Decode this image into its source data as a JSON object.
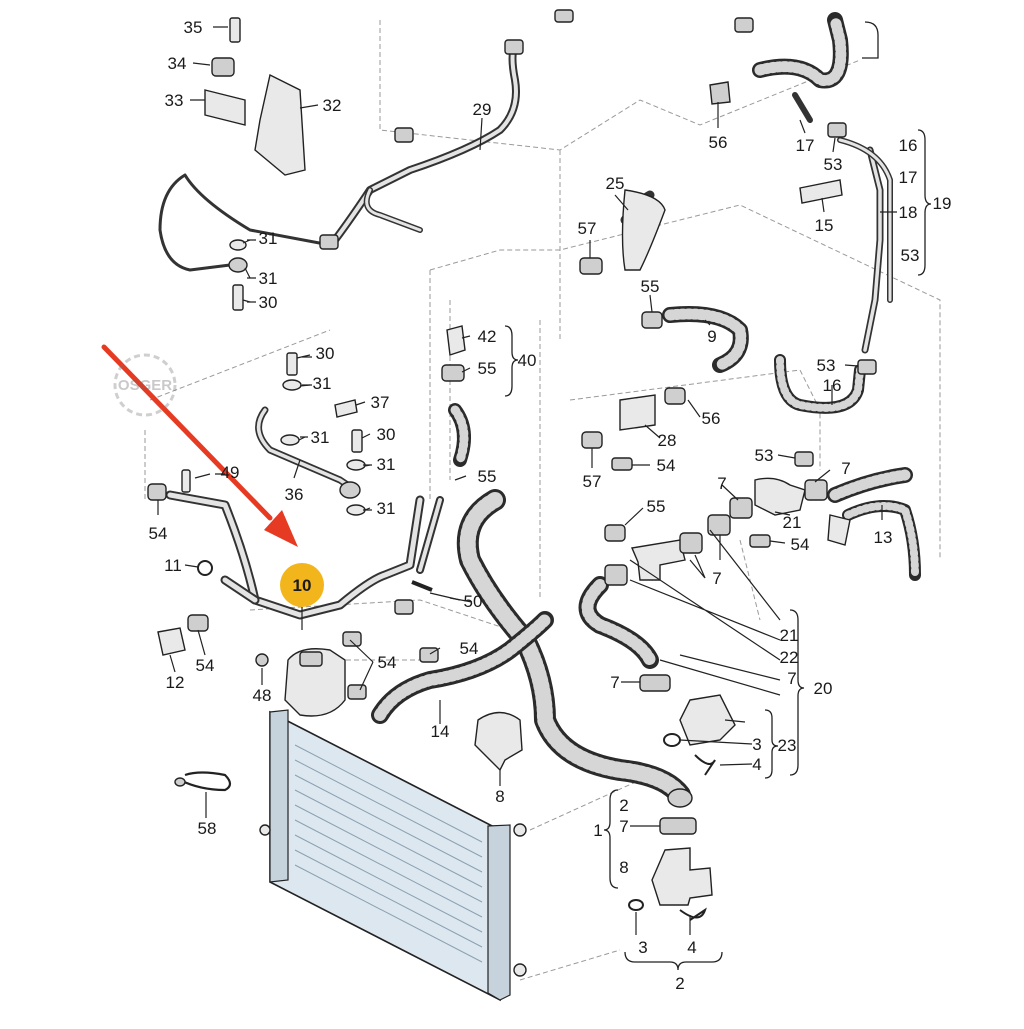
{
  "diagram": {
    "highlight_color": "#e63a22",
    "callout_color": "#f2b51c",
    "callout": {
      "label": "10"
    },
    "watermark": {
      "text": "OSGER"
    },
    "labels": [
      {
        "id": "35",
        "text": "35"
      },
      {
        "id": "34",
        "text": "34"
      },
      {
        "id": "33",
        "text": "33"
      },
      {
        "id": "32",
        "text": "32"
      },
      {
        "id": "29",
        "text": "29"
      },
      {
        "id": "56a",
        "text": "56"
      },
      {
        "id": "17a",
        "text": "17"
      },
      {
        "id": "53a",
        "text": "53"
      },
      {
        "id": "16a",
        "text": "16"
      },
      {
        "id": "17b",
        "text": "17"
      },
      {
        "id": "18",
        "text": "18"
      },
      {
        "id": "19",
        "text": "19"
      },
      {
        "id": "53b",
        "text": "53"
      },
      {
        "id": "15",
        "text": "15"
      },
      {
        "id": "25",
        "text": "25"
      },
      {
        "id": "57a",
        "text": "57"
      },
      {
        "id": "31a",
        "text": "31"
      },
      {
        "id": "31b",
        "text": "31"
      },
      {
        "id": "30a",
        "text": "30"
      },
      {
        "id": "55a",
        "text": "55"
      },
      {
        "id": "9",
        "text": "9"
      },
      {
        "id": "42",
        "text": "42"
      },
      {
        "id": "55b",
        "text": "55"
      },
      {
        "id": "40",
        "text": "40"
      },
      {
        "id": "53c",
        "text": "53"
      },
      {
        "id": "16b",
        "text": "16"
      },
      {
        "id": "30b",
        "text": "30"
      },
      {
        "id": "31c",
        "text": "31"
      },
      {
        "id": "37",
        "text": "37"
      },
      {
        "id": "31d",
        "text": "31"
      },
      {
        "id": "30c",
        "text": "30"
      },
      {
        "id": "31e",
        "text": "31"
      },
      {
        "id": "36",
        "text": "36"
      },
      {
        "id": "31f",
        "text": "31"
      },
      {
        "id": "56b",
        "text": "56"
      },
      {
        "id": "28",
        "text": "28"
      },
      {
        "id": "57b",
        "text": "57"
      },
      {
        "id": "54a",
        "text": "54"
      },
      {
        "id": "55c",
        "text": "55"
      },
      {
        "id": "53d",
        "text": "53"
      },
      {
        "id": "7a",
        "text": "7"
      },
      {
        "id": "7b",
        "text": "7"
      },
      {
        "id": "21a",
        "text": "21"
      },
      {
        "id": "54b",
        "text": "54"
      },
      {
        "id": "13",
        "text": "13"
      },
      {
        "id": "55d",
        "text": "55"
      },
      {
        "id": "7c",
        "text": "7"
      },
      {
        "id": "49",
        "text": "49"
      },
      {
        "id": "54c",
        "text": "54"
      },
      {
        "id": "11",
        "text": "11"
      },
      {
        "id": "50",
        "text": "50"
      },
      {
        "id": "54d",
        "text": "54"
      },
      {
        "id": "54e",
        "text": "54"
      },
      {
        "id": "12",
        "text": "12"
      },
      {
        "id": "54f",
        "text": "54"
      },
      {
        "id": "48",
        "text": "48"
      },
      {
        "id": "14",
        "text": "14"
      },
      {
        "id": "21b",
        "text": "21"
      },
      {
        "id": "22",
        "text": "22"
      },
      {
        "id": "7d",
        "text": "7"
      },
      {
        "id": "20",
        "text": "20"
      },
      {
        "id": "7e",
        "text": "7"
      },
      {
        "id": "3a",
        "text": "3"
      },
      {
        "id": "23",
        "text": "23"
      },
      {
        "id": "4a",
        "text": "4"
      },
      {
        "id": "8",
        "text": "8"
      },
      {
        "id": "58",
        "text": "58"
      },
      {
        "id": "2a",
        "text": "2"
      },
      {
        "id": "1",
        "text": "1"
      },
      {
        "id": "7f",
        "text": "7"
      },
      {
        "id": "8b",
        "text": "8"
      },
      {
        "id": "3b",
        "text": "3"
      },
      {
        "id": "4b",
        "text": "4"
      },
      {
        "id": "2b",
        "text": "2"
      }
    ]
  }
}
